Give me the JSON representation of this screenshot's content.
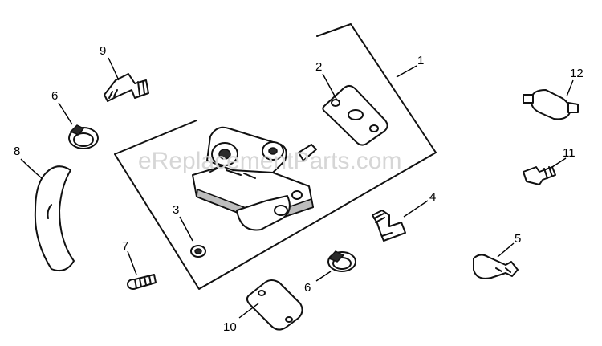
{
  "diagram": {
    "watermark": "eReplacementParts.com",
    "callouts": [
      {
        "id": "1",
        "label": "1"
      },
      {
        "id": "2",
        "label": "2"
      },
      {
        "id": "3",
        "label": "3"
      },
      {
        "id": "4",
        "label": "4"
      },
      {
        "id": "5",
        "label": "5"
      },
      {
        "id": "6a",
        "label": "6"
      },
      {
        "id": "6b",
        "label": "6"
      },
      {
        "id": "7",
        "label": "7"
      },
      {
        "id": "8",
        "label": "8"
      },
      {
        "id": "9",
        "label": "9"
      },
      {
        "id": "10",
        "label": "10"
      },
      {
        "id": "11",
        "label": "11"
      },
      {
        "id": "12",
        "label": "12"
      }
    ]
  }
}
